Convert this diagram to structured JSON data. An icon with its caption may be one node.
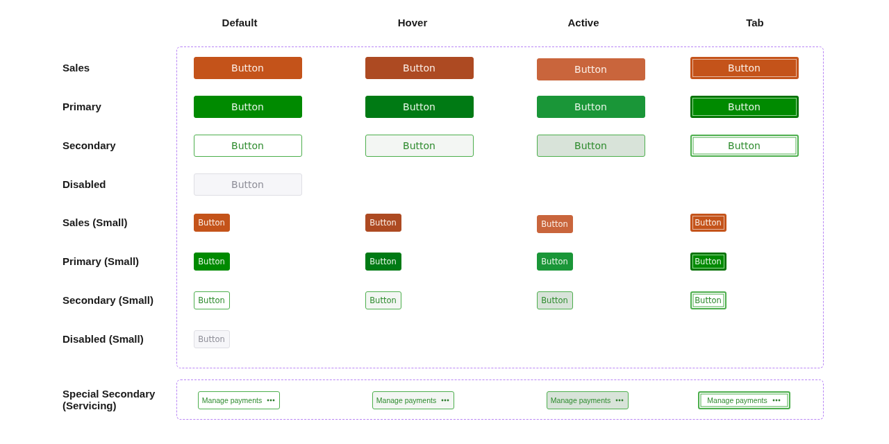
{
  "diagram": {
    "nodes": [
      {
        "text": [],
        "shape": "box"
      },
      {
        "text": [
          "Button"
        ],
        "in": 0
      },
      {
        "text": [
          "Button"
        ],
        "in": 0
      },
      {
        "text": [
          "Button"
        ],
        "in": 0
      },
      {
        "text": [
          "Button"
        ],
        "in": 0
      },
      {
        "text": [
          "Button"
        ],
        "in": 0
      },
      {
        "text": [
          "Button"
        ],
        "in": 0
      },
      {
        "text": [
          "Button"
        ],
        "in": 0
      },
      {
        "text": [
          "Button"
        ],
        "in": 0
      },
      {
        "text": [
          "Button"
        ],
        "in": 0
      },
      {
        "text": [
          "Button"
        ],
        "in": 0
      },
      {
        "text": [
          "Button"
        ],
        "in": 0
      },
      {
        "text": [
          "Button"
        ],
        "in": 0
      },
      {
        "text": [
          "Button"
        ],
        "in": 0
      },
      {
        "text": [
          "Button"
        ],
        "in": 0
      },
      {
        "text": [
          "Button"
        ],
        "in": 0
      },
      {
        "text": [
          "Button"
        ],
        "in": 0
      },
      {
        "text": [
          "Button"
        ],
        "in": 0
      },
      {
        "text": [
          "Button"
        ],
        "in": 0
      },
      {
        "text": [
          "Button"
        ],
        "in": 0
      },
      {
        "text": [
          "Button"
        ],
        "in": 0
      },
      {
        "text": [
          "Button"
        ],
        "in": 0
      },
      {
        "text": [
          "Button"
        ],
        "in": 0
      },
      {
        "text": [
          "Button"
        ],
        "in": 0
      },
      {
        "text": [
          "Button"
        ],
        "in": 0
      },
      {
        "text": [
          "Button"
        ],
        "in": 0
      },
      {
        "text": [
          "Button"
        ],
        "in": 0
      },
      {
        "text": [],
        "shape": "box"
      },
      {
        "text": [
          "Manage payments"
        ],
        "in": 27
      },
      {
        "text": [
          "Manage payments"
        ],
        "in": 27
      },
      {
        "text": [
          "Manage payments"
        ],
        "in": 27
      },
      {
        "text": [
          "Manage payments"
        ],
        "in": 27
      }
    ],
    "edges": [],
    "labels": [
      "Default",
      "Hover",
      "Active",
      "Tab",
      "Sales",
      "Primary",
      "Secondary",
      "Disabled",
      "Sales (Small)",
      "Primary (Small)",
      "Secondary (Small)",
      "Disabled (Small)",
      "Special Secondary (Servicing)"
    ]
  }
}
